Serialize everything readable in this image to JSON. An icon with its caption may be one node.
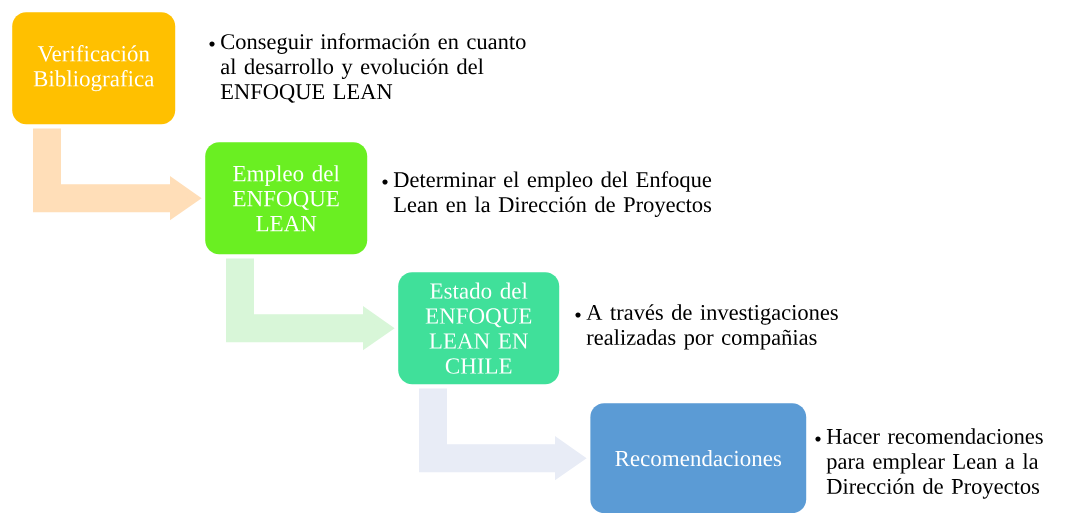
{
  "diagram": {
    "nodes": [
      {
        "text": [
          "Verificación Bibliografica"
        ],
        "beside": [
          "Conseguir información en cuanto al desarrollo y evolución del ENFOQUE LEAN"
        ]
      },
      {
        "text": [
          "Empleo del ENFOQUE LEAN"
        ],
        "beside": [
          "Determinar el empleo del Enfoque Lean en la Dirección de Proyectos"
        ]
      },
      {
        "text": [
          "Estado del ENFOQUE LEAN EN CHILE"
        ],
        "beside": [
          "A través de investigaciones realizadas por compañias"
        ]
      },
      {
        "text": [
          "Recomendaciones"
        ],
        "beside": [
          "Hacer recomendaciones para emplear Lean a la Dirección de Proyectos"
        ]
      }
    ],
    "edges": [
      {
        "from": 0,
        "to": 1,
        "arrow": "to",
        "color": "#ffdeb8"
      },
      {
        "from": 1,
        "to": 2,
        "arrow": "to",
        "color": "#d8f6d8"
      },
      {
        "from": 2,
        "to": 3,
        "arrow": "to",
        "color": "#e8ecf6"
      }
    ]
  }
}
